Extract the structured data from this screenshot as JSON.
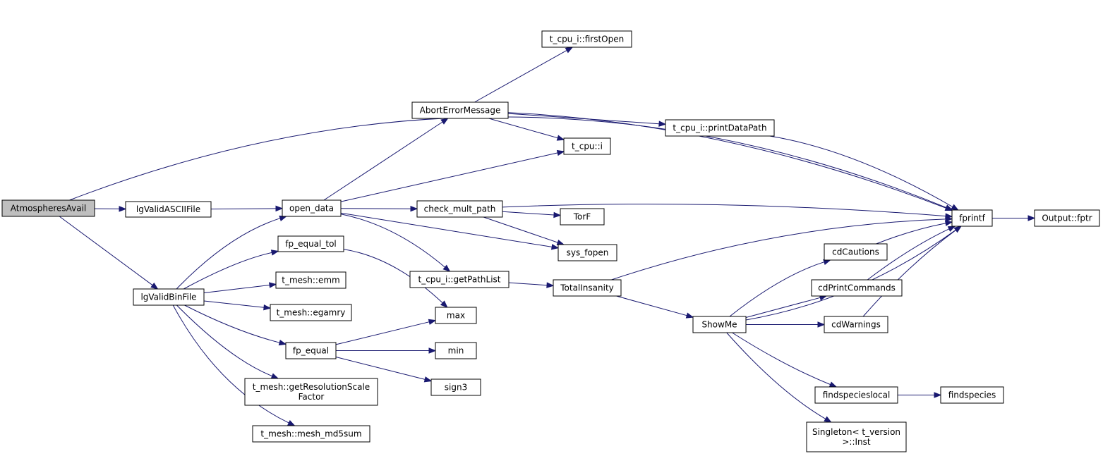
{
  "nodes": [
    {
      "id": "AtmospheresAvail",
      "lines": [
        "AtmospheresAvail"
      ],
      "root": true
    },
    {
      "id": "lgValidASCIIFile",
      "lines": [
        "lgValidASCIIFile"
      ]
    },
    {
      "id": "lgValidBinFile",
      "lines": [
        "lgValidBinFile"
      ]
    },
    {
      "id": "open_data",
      "lines": [
        "open_data"
      ]
    },
    {
      "id": "fp_equal_tol",
      "lines": [
        "fp_equal_tol"
      ]
    },
    {
      "id": "t_mesh_emm",
      "lines": [
        "t_mesh::emm"
      ]
    },
    {
      "id": "t_mesh_egamry",
      "lines": [
        "t_mesh::egamry"
      ]
    },
    {
      "id": "fp_equal",
      "lines": [
        "fp_equal"
      ]
    },
    {
      "id": "t_mesh_getResolutionScaleFactor",
      "lines": [
        "t_mesh::getResolutionScale",
        "Factor"
      ]
    },
    {
      "id": "t_mesh_mesh_md5sum",
      "lines": [
        "t_mesh::mesh_md5sum"
      ]
    },
    {
      "id": "AbortErrorMessage",
      "lines": [
        "AbortErrorMessage"
      ]
    },
    {
      "id": "check_mult_path",
      "lines": [
        "check_mult_path"
      ]
    },
    {
      "id": "t_cpu_i_getPathList",
      "lines": [
        "t_cpu_i::getPathList"
      ]
    },
    {
      "id": "t_cpu_i_firstOpen",
      "lines": [
        "t_cpu_i::firstOpen"
      ]
    },
    {
      "id": "t_cpu_i",
      "lines": [
        "t_cpu::i"
      ]
    },
    {
      "id": "TorF",
      "lines": [
        "TorF"
      ]
    },
    {
      "id": "sys_fopen",
      "lines": [
        "sys_fopen"
      ]
    },
    {
      "id": "max",
      "lines": [
        "max"
      ]
    },
    {
      "id": "min",
      "lines": [
        "min"
      ]
    },
    {
      "id": "sign3",
      "lines": [
        "sign3"
      ]
    },
    {
      "id": "t_cpu_i_printDataPath",
      "lines": [
        "t_cpu_i::printDataPath"
      ]
    },
    {
      "id": "TotalInsanity",
      "lines": [
        "TotalInsanity"
      ]
    },
    {
      "id": "ShowMe",
      "lines": [
        "ShowMe"
      ]
    },
    {
      "id": "fprintf",
      "lines": [
        "fprintf"
      ]
    },
    {
      "id": "cdCautions",
      "lines": [
        "cdCautions"
      ]
    },
    {
      "id": "cdPrintCommands",
      "lines": [
        "cdPrintCommands"
      ]
    },
    {
      "id": "cdWarnings",
      "lines": [
        "cdWarnings"
      ]
    },
    {
      "id": "findspecieslocal",
      "lines": [
        "findspecieslocal"
      ]
    },
    {
      "id": "Singleton_t_version_Inst",
      "lines": [
        "Singleton< t_version",
        ">::Inst"
      ]
    },
    {
      "id": "findspecies",
      "lines": [
        "findspecies"
      ]
    },
    {
      "id": "Output_fptr",
      "lines": [
        "Output::fptr"
      ]
    }
  ],
  "edges": [
    {
      "from": "AtmospheresAvail",
      "to": "fprintf"
    },
    {
      "from": "AtmospheresAvail",
      "to": "lgValidASCIIFile"
    },
    {
      "from": "AtmospheresAvail",
      "to": "lgValidBinFile"
    },
    {
      "from": "lgValidASCIIFile",
      "to": "open_data"
    },
    {
      "from": "lgValidBinFile",
      "to": "open_data"
    },
    {
      "from": "lgValidBinFile",
      "to": "fp_equal_tol"
    },
    {
      "from": "lgValidBinFile",
      "to": "t_mesh_emm"
    },
    {
      "from": "lgValidBinFile",
      "to": "t_mesh_egamry"
    },
    {
      "from": "lgValidBinFile",
      "to": "fp_equal"
    },
    {
      "from": "lgValidBinFile",
      "to": "t_mesh_getResolutionScaleFactor"
    },
    {
      "from": "lgValidBinFile",
      "to": "t_mesh_mesh_md5sum"
    },
    {
      "from": "open_data",
      "to": "AbortErrorMessage"
    },
    {
      "from": "open_data",
      "to": "t_cpu_i"
    },
    {
      "from": "open_data",
      "to": "check_mult_path"
    },
    {
      "from": "open_data",
      "to": "sys_fopen"
    },
    {
      "from": "open_data",
      "to": "t_cpu_i_getPathList"
    },
    {
      "from": "fp_equal_tol",
      "to": "max"
    },
    {
      "from": "fp_equal",
      "to": "max"
    },
    {
      "from": "fp_equal",
      "to": "min"
    },
    {
      "from": "fp_equal",
      "to": "sign3"
    },
    {
      "from": "AbortErrorMessage",
      "to": "t_cpu_i_firstOpen"
    },
    {
      "from": "AbortErrorMessage",
      "to": "fprintf"
    },
    {
      "from": "AbortErrorMessage",
      "to": "t_cpu_i_printDataPath"
    },
    {
      "from": "AbortErrorMessage",
      "to": "t_cpu_i"
    },
    {
      "from": "t_cpu_i_printDataPath",
      "to": "fprintf"
    },
    {
      "from": "check_mult_path",
      "to": "fprintf"
    },
    {
      "from": "check_mult_path",
      "to": "TorF"
    },
    {
      "from": "check_mult_path",
      "to": "sys_fopen"
    },
    {
      "from": "t_cpu_i_getPathList",
      "to": "TotalInsanity"
    },
    {
      "from": "TotalInsanity",
      "to": "fprintf"
    },
    {
      "from": "TotalInsanity",
      "to": "ShowMe"
    },
    {
      "from": "ShowMe",
      "to": "cdCautions"
    },
    {
      "from": "ShowMe",
      "to": "cdPrintCommands"
    },
    {
      "from": "ShowMe",
      "to": "cdWarnings"
    },
    {
      "from": "ShowMe",
      "to": "fprintf"
    },
    {
      "from": "ShowMe",
      "to": "findspecieslocal"
    },
    {
      "from": "ShowMe",
      "to": "Singleton_t_version_Inst"
    },
    {
      "from": "cdCautions",
      "to": "fprintf"
    },
    {
      "from": "cdPrintCommands",
      "to": "fprintf"
    },
    {
      "from": "cdWarnings",
      "to": "fprintf"
    },
    {
      "from": "findspecieslocal",
      "to": "findspecies"
    },
    {
      "from": "fprintf",
      "to": "Output_fptr"
    }
  ]
}
